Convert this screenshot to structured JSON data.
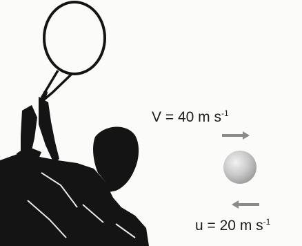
{
  "diagram": {
    "velocity_out": {
      "symbol": "V",
      "equals": " = ",
      "value": "40",
      "unit": "m s",
      "exponent": "-1",
      "direction": "right"
    },
    "velocity_in": {
      "symbol": "u",
      "equals": " = ",
      "value": "20",
      "unit": "m s",
      "exponent": "-1",
      "direction": "left"
    }
  },
  "icons": [
    "tennis-player-icon",
    "tennis-racket-icon",
    "tennis-ball-icon",
    "arrow-right-icon",
    "arrow-left-icon"
  ],
  "colors": {
    "silhouette": "#141414",
    "ball": "#c9c9c9",
    "arrow": "#8a8a8a",
    "text": "#1c1c1c",
    "background": "#fbfbf9"
  }
}
